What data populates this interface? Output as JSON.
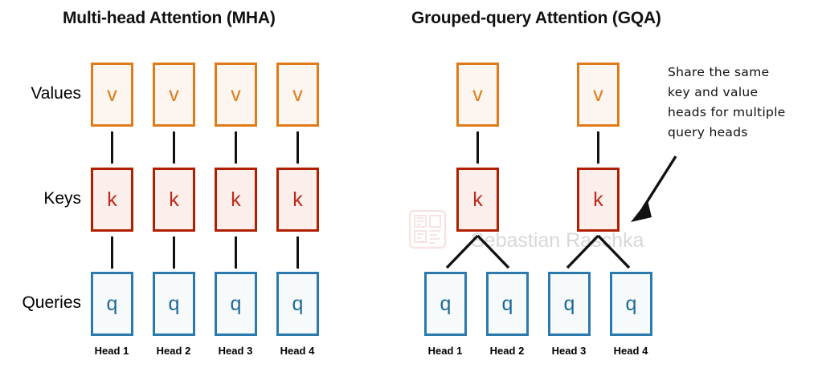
{
  "panels": [
    {
      "id": "mha",
      "title": "Multi-head Attention (MHA)"
    },
    {
      "id": "gqa",
      "title": "Grouped-query Attention (GQA)"
    }
  ],
  "row_labels": {
    "values": "Values",
    "keys": "Keys",
    "queries": "Queries"
  },
  "cell_glyphs": {
    "value": "v",
    "key": "k",
    "query": "q"
  },
  "mha": {
    "values": [
      "v",
      "v",
      "v",
      "v"
    ],
    "keys": [
      "k",
      "k",
      "k",
      "k"
    ],
    "queries": [
      "q",
      "q",
      "q",
      "q"
    ],
    "heads": [
      "Head 1",
      "Head 2",
      "Head 3",
      "Head 4"
    ]
  },
  "gqa": {
    "values": [
      "v",
      "v"
    ],
    "keys": [
      "k",
      "k"
    ],
    "queries": [
      "q",
      "q",
      "q",
      "q"
    ],
    "heads": [
      "Head 1",
      "Head 2",
      "Head 3",
      "Head 4"
    ]
  },
  "annotation": {
    "lines": [
      "Share the same",
      "key and value",
      "heads for multiple",
      "query heads"
    ]
  },
  "watermark": {
    "text": "Sebastian Raschka"
  },
  "colors": {
    "value_border": "#E07B18",
    "value_fill": "#FDF5EF",
    "value_text": "#E07B18",
    "key_border": "#B02000",
    "key_fill": "#FBEEEB",
    "key_text": "#C0291B",
    "query_border": "#2A7AAE",
    "query_fill": "#F7FAFB",
    "query_text": "#1D6A97",
    "connector": "#111111",
    "title": "#111111",
    "background": "#FFFFFF",
    "watermark": "#D8D8D8"
  }
}
